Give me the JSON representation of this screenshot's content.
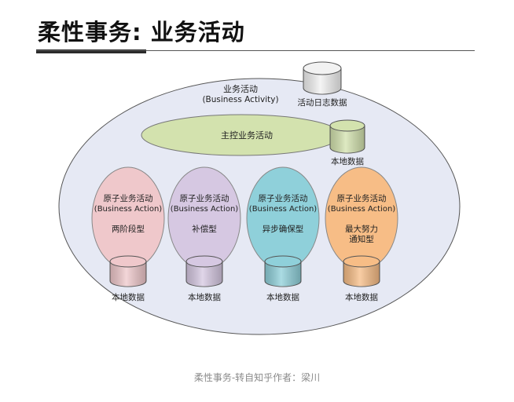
{
  "header": {
    "title": "柔性事务: 业务活动"
  },
  "diagram": {
    "activity": {
      "line1": "业务活动",
      "line2": "(Business Activity)"
    },
    "log_db_label": "活动日志数据",
    "main_activity_label": "主控业务活动",
    "main_db_label": "本地数据",
    "actions": [
      {
        "line1": "原子业务活动",
        "line2": "(Business Action)",
        "type_lines": [
          "两阶段型"
        ],
        "db_label": "本地数据",
        "color": "#efc8cb"
      },
      {
        "line1": "原子业务活动",
        "line2": "(Business Action)",
        "type_lines": [
          "补偿型"
        ],
        "db_label": "本地数据",
        "color": "#d6c8e2"
      },
      {
        "line1": "原子业务活动",
        "line2": "(Business Action)",
        "type_lines": [
          "异步确保型"
        ],
        "db_label": "本地数据",
        "color": "#8fd0da"
      },
      {
        "line1": "原子业务活动",
        "line2": "(Business Action)",
        "type_lines": [
          "最大努力",
          "通知型"
        ],
        "db_label": "本地数据",
        "color": "#f7bd86"
      }
    ],
    "colors": {
      "outer_fill": "#e6e9f4",
      "main_fill": "#d3e2ae",
      "log_db_fill": "#f2f2f2",
      "main_db_fill": "#d3e2ae"
    }
  },
  "caption": "柔性事务-转自知乎作者：梁川"
}
